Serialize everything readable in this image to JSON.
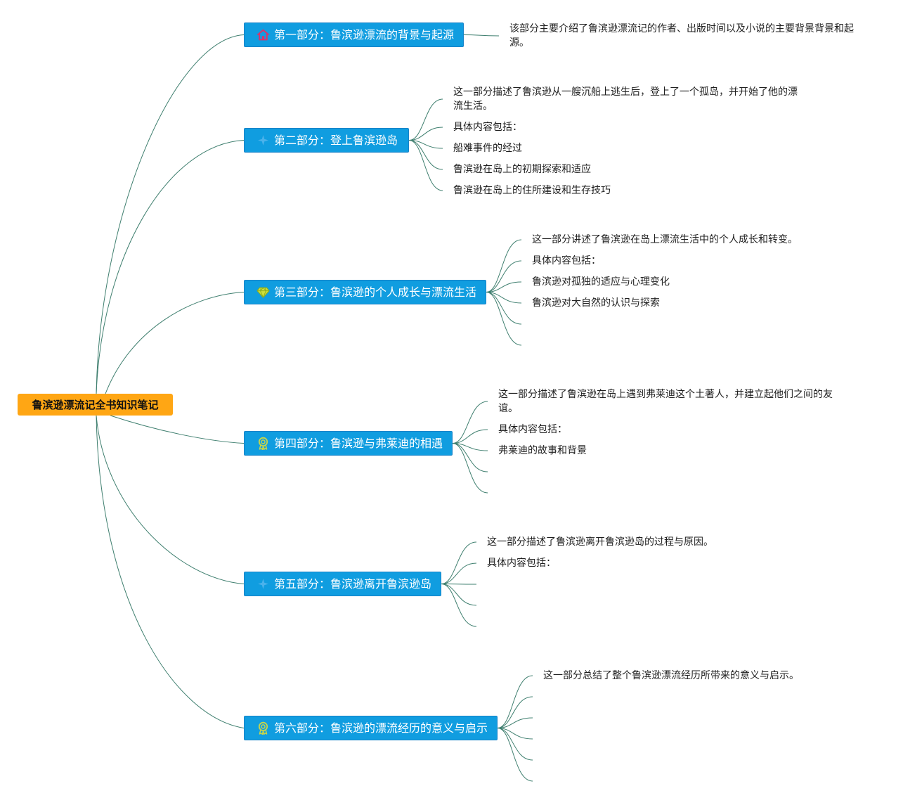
{
  "root": {
    "label": "鲁滨逊漂流记全书知识笔记"
  },
  "branches": [
    {
      "label": "第一部分：鲁滨逊漂流的背景与起源",
      "icon": "house-icon",
      "leaves": [
        "该部分主要介绍了鲁滨逊漂流记的作者、出版时间以及小说的主要背景背景和起源。"
      ]
    },
    {
      "label": "第二部分：登上鲁滨逊岛",
      "icon": "sparkle-icon",
      "leaves": [
        "这一部分描述了鲁滨逊从一艘沉船上逃生后，登上了一个孤岛，并开始了他的漂流生活。",
        "具体内容包括：",
        "船难事件的经过",
        "鲁滨逊在岛上的初期探索和适应",
        "鲁滨逊在岛上的住所建设和生存技巧"
      ]
    },
    {
      "label": "第三部分：鲁滨逊的个人成长与漂流生活",
      "icon": "diamond-icon",
      "leaves": [
        "这一部分讲述了鲁滨逊在岛上漂流生活中的个人成长和转变。",
        "具体内容包括：",
        "鲁滨逊对孤独的适应与心理变化",
        "鲁滨逊对大自然的认识与探索"
      ]
    },
    {
      "label": "第四部分：鲁滨逊与弗莱迪的相遇",
      "icon": "award-icon",
      "leaves": [
        "这一部分描述了鲁滨逊在岛上遇到弗莱迪这个土著人，并建立起他们之间的友谊。",
        "具体内容包括：",
        "弗莱迪的故事和背景"
      ]
    },
    {
      "label": "第五部分：鲁滨逊离开鲁滨逊岛",
      "icon": "sparkle-icon",
      "leaves": [
        "这一部分描述了鲁滨逊离开鲁滨逊岛的过程与原因。",
        "具体内容包括："
      ]
    },
    {
      "label": "第六部分：鲁滨逊的漂流经历的意义与启示",
      "icon": "award-icon",
      "leaves": [
        "这一部分总结了整个鲁滨逊漂流经历所带来的意义与启示。"
      ]
    }
  ],
  "colors": {
    "root": "#ffa614",
    "branch": "#109de0",
    "branch_border": "#1883c8",
    "line": "#3f7f6f",
    "house_icon": "#d9336b",
    "gem_icon": "#cde13b",
    "award_icon": "#c7d54a",
    "sparkle_icon": "#56b6ec"
  }
}
